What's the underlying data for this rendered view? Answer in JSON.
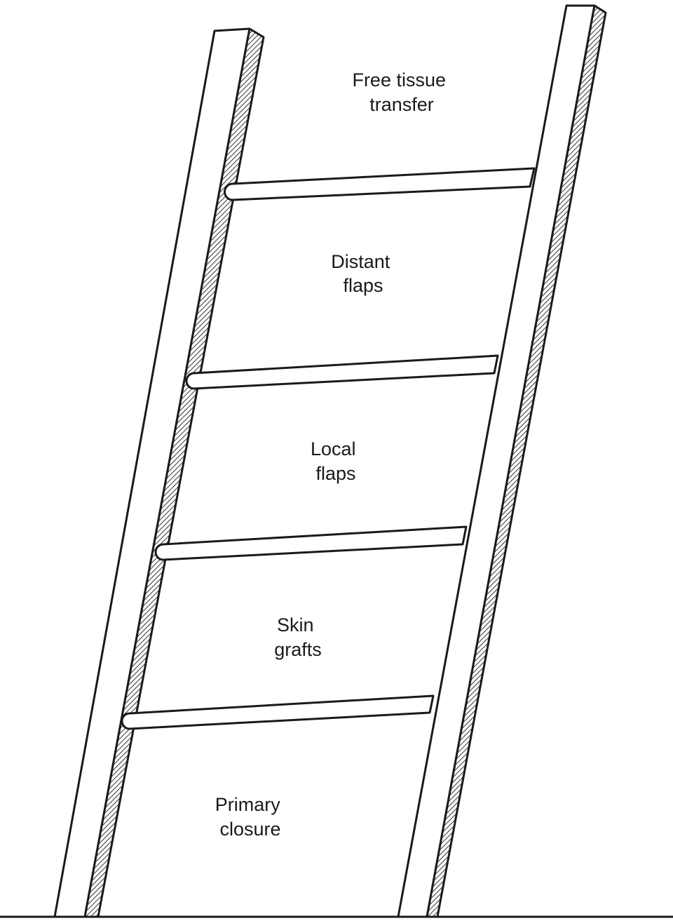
{
  "ladder": {
    "levels": [
      {
        "lines": [
          "Free tissue",
          "transfer"
        ]
      },
      {
        "lines": [
          "Distant",
          "flaps"
        ]
      },
      {
        "lines": [
          "Local",
          "flaps"
        ]
      },
      {
        "lines": [
          "Skin",
          "grafts"
        ]
      },
      {
        "lines": [
          "Primary",
          "closure"
        ]
      }
    ]
  },
  "colors": {
    "ink": "#1a1a1a",
    "paper": "#ffffff"
  }
}
